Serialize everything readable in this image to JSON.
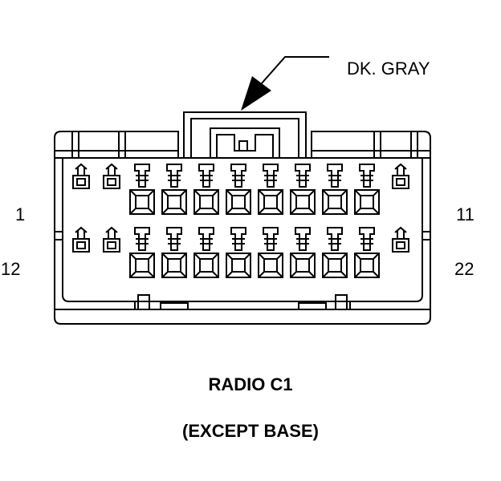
{
  "connector": {
    "name": "RADIO C1",
    "variant": "(EXCEPT BASE)",
    "wire_color": "DK. GRAY",
    "pin_labels": {
      "top_left": "1",
      "top_right": "11",
      "bottom_left": "12",
      "bottom_right": "22"
    }
  },
  "colors": {
    "stroke": "#000000",
    "background": "#ffffff"
  }
}
